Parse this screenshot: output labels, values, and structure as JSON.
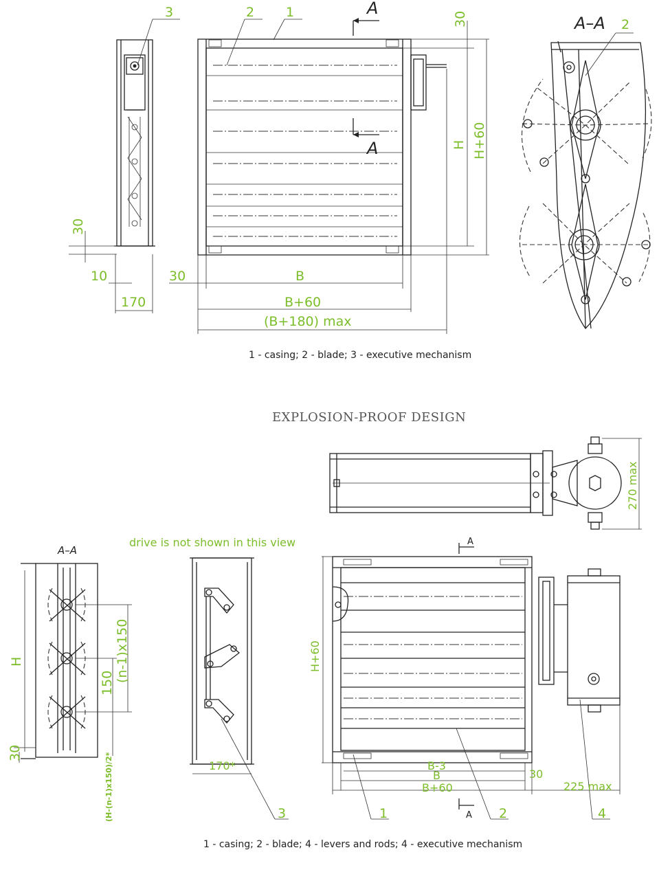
{
  "top": {
    "side_view": {
      "callout": "3",
      "dim_30": "30",
      "dim_10": "10",
      "dim_170": "170"
    },
    "front_view": {
      "callout_2": "2",
      "callout_1": "1",
      "section_top": "A",
      "section_mid": "A",
      "dim_30_top": "30",
      "dim_H": "H",
      "dim_H60": "H+60",
      "dim_30_left": "30",
      "dim_B": "B",
      "dim_B60": "B+60",
      "dim_B180": "(B+180) max"
    },
    "section": {
      "title": "A–A",
      "callout_2": "2"
    },
    "caption": "1 - casing; 2 - blade; 3 - executive mechanism"
  },
  "bottom": {
    "heading": "EXPLOSION-PROOF DESIGN",
    "top_view": {
      "dim_270": "270 max"
    },
    "note": "drive is not shown in this view",
    "section": {
      "title": "A–A",
      "dim_H": "H",
      "dim_30": "30",
      "dim_150": "150",
      "dim_n1": "(n-1)x150",
      "dim_formula": "(H-(n-1)x150)/2*"
    },
    "side_view": {
      "dim_170": "170*",
      "callout": "3"
    },
    "front_view": {
      "section_top": "A",
      "section_bottom": "A",
      "dim_H60": "H+60",
      "dim_B3": "B-3",
      "dim_B": "B",
      "dim_B60": "B+60",
      "dim_30": "30",
      "dim_225": "225 max",
      "callout_1": "1",
      "callout_2": "2",
      "callout_4": "4"
    },
    "caption": "1 - casing; 2 - blade; 4 - levers and rods; 4 - executive mechanism"
  }
}
